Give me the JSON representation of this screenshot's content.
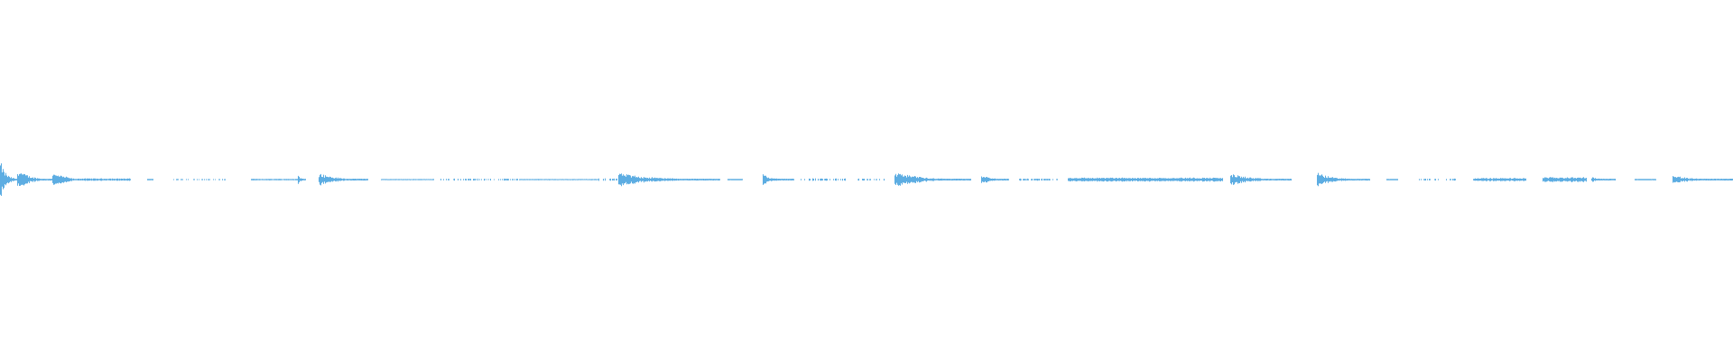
{
  "waveform": {
    "color": "#5dade2",
    "background": "#ffffff",
    "axis": "time",
    "segments": [
      {
        "start": 0.0,
        "end": 0.01,
        "level": 0.95,
        "kind": "burst"
      },
      {
        "start": 0.01,
        "end": 0.03,
        "level": 0.55,
        "kind": "burst"
      },
      {
        "start": 0.03,
        "end": 0.045,
        "level": 0.3,
        "kind": "decay"
      },
      {
        "start": 0.045,
        "end": 0.075,
        "level": 0.06,
        "kind": "hum"
      },
      {
        "start": 0.085,
        "end": 0.088,
        "level": 0.03,
        "kind": "blip"
      },
      {
        "start": 0.1,
        "end": 0.13,
        "level": 0.03,
        "kind": "dots"
      },
      {
        "start": 0.145,
        "end": 0.172,
        "level": 0.04,
        "kind": "hum"
      },
      {
        "start": 0.172,
        "end": 0.176,
        "level": 0.28,
        "kind": "burst"
      },
      {
        "start": 0.184,
        "end": 0.212,
        "level": 0.35,
        "kind": "burst"
      },
      {
        "start": 0.22,
        "end": 0.25,
        "level": 0.03,
        "kind": "hum"
      },
      {
        "start": 0.254,
        "end": 0.3,
        "level": 0.05,
        "kind": "dots"
      },
      {
        "start": 0.3,
        "end": 0.345,
        "level": 0.03,
        "kind": "hum"
      },
      {
        "start": 0.345,
        "end": 0.36,
        "level": 0.06,
        "kind": "dots"
      },
      {
        "start": 0.357,
        "end": 0.415,
        "level": 0.35,
        "kind": "burst"
      },
      {
        "start": 0.42,
        "end": 0.428,
        "level": 0.03,
        "kind": "blip"
      },
      {
        "start": 0.44,
        "end": 0.458,
        "level": 0.26,
        "kind": "burst"
      },
      {
        "start": 0.462,
        "end": 0.49,
        "level": 0.06,
        "kind": "dots"
      },
      {
        "start": 0.495,
        "end": 0.51,
        "level": 0.05,
        "kind": "dots"
      },
      {
        "start": 0.516,
        "end": 0.56,
        "level": 0.4,
        "kind": "burst"
      },
      {
        "start": 0.566,
        "end": 0.582,
        "level": 0.26,
        "kind": "burst"
      },
      {
        "start": 0.588,
        "end": 0.61,
        "level": 0.05,
        "kind": "dots"
      },
      {
        "start": 0.616,
        "end": 0.705,
        "level": 0.1,
        "kind": "hum"
      },
      {
        "start": 0.71,
        "end": 0.745,
        "level": 0.32,
        "kind": "burst"
      },
      {
        "start": 0.76,
        "end": 0.79,
        "level": 0.34,
        "kind": "burst"
      },
      {
        "start": 0.8,
        "end": 0.806,
        "level": 0.03,
        "kind": "blip"
      },
      {
        "start": 0.818,
        "end": 0.84,
        "level": 0.05,
        "kind": "dots"
      },
      {
        "start": 0.85,
        "end": 0.88,
        "level": 0.08,
        "kind": "hum"
      },
      {
        "start": 0.89,
        "end": 0.915,
        "level": 0.12,
        "kind": "hum"
      },
      {
        "start": 0.918,
        "end": 0.932,
        "level": 0.14,
        "kind": "burst"
      },
      {
        "start": 0.943,
        "end": 0.955,
        "level": 0.03,
        "kind": "blip"
      },
      {
        "start": 0.965,
        "end": 1.0,
        "level": 0.22,
        "kind": "burst"
      }
    ]
  }
}
